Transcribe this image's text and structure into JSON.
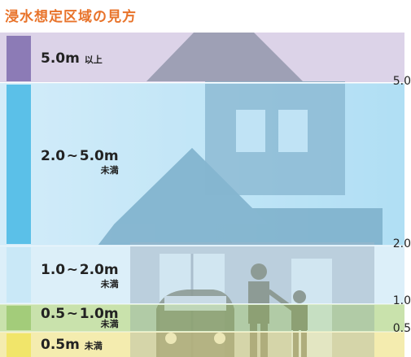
{
  "title": "浸水想定区域の見方",
  "bands": [
    {
      "id": "above5",
      "main": "5.0m",
      "sub": "以上",
      "color": "#8c7bb6",
      "bg": "#dcd3e8"
    },
    {
      "id": "b2to5",
      "main": "2.0 ~ 5.0m",
      "sub": "未満",
      "color": "#5bc0e8",
      "bg": "#cdebf7"
    },
    {
      "id": "b1to2",
      "main": "1.0 ~ 2.0m",
      "sub": "未満",
      "color": "#c9e8f7",
      "bg": "#e4f3fb"
    },
    {
      "id": "b05to1",
      "main": "0.5 ~ 1.0m",
      "sub": "未満",
      "color": "#a3cc7a",
      "bg": "#d7eac0"
    },
    {
      "id": "below05",
      "main": "0.5m",
      "sub": "未満",
      "color": "#f1e56a",
      "bg": "#f7f1c2"
    }
  ],
  "right_marks": [
    "5.0",
    "2.0",
    "1.0",
    "0.5"
  ]
}
